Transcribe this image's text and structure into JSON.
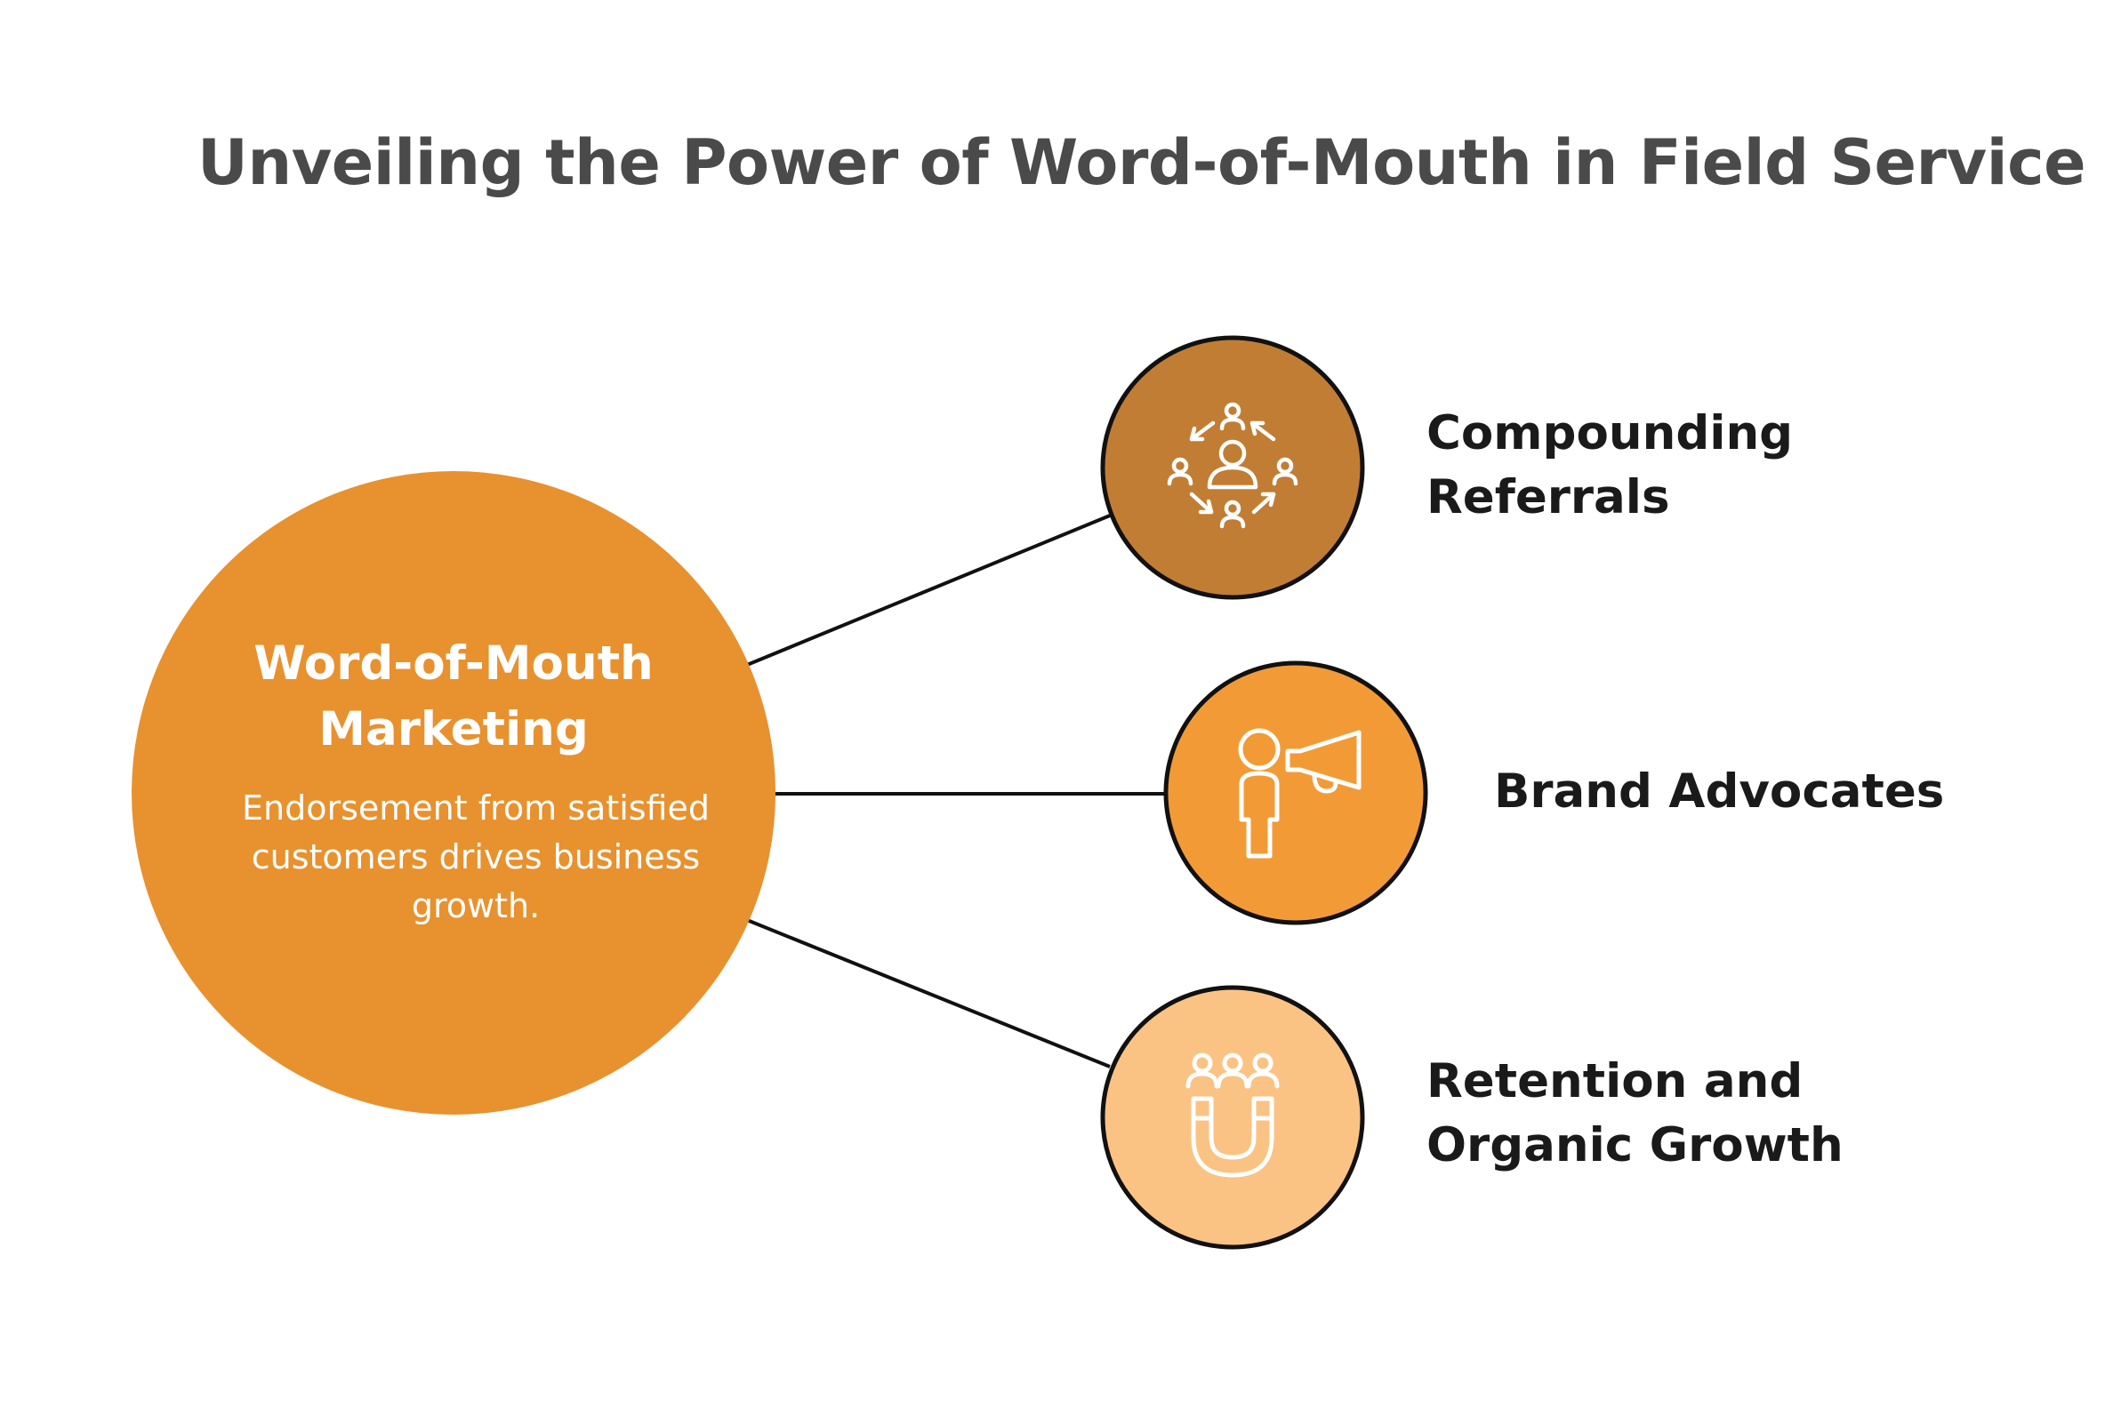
{
  "title": "Unveiling the Power of Word-of-Mouth in Field Service",
  "hub": {
    "title_line1": "Word-of-Mouth",
    "title_line2": "Marketing",
    "description": "Endorsement from satisfied customers drives business growth.",
    "color": "#e8912f"
  },
  "branches": [
    {
      "label_line1": "Compounding",
      "label_line2": "Referrals",
      "icon": "referral-cycle-icon",
      "color": "#c27d34"
    },
    {
      "label_line1": "Brand Advocates",
      "label_line2": "",
      "icon": "megaphone-person-icon",
      "color": "#f29b36"
    },
    {
      "label_line1": "Retention and",
      "label_line2": "Organic Growth",
      "icon": "magnet-people-icon",
      "color": "#fbc383"
    }
  ],
  "connector_color": "#111111",
  "text_color": "#1a1a1a",
  "title_color": "#4a4a4a"
}
